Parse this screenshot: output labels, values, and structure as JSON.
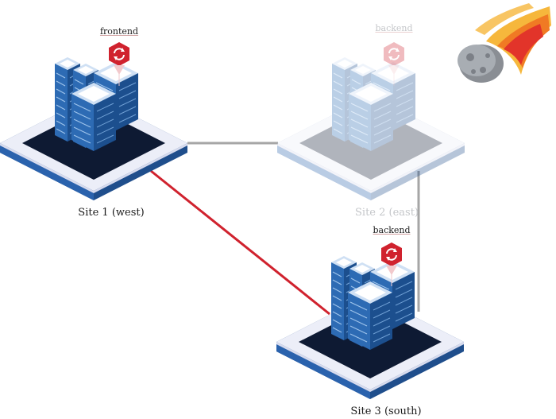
{
  "diagram": {
    "sites": [
      {
        "label": "Site 1 (west)",
        "service": "frontend",
        "state": "active"
      },
      {
        "label": "Site 2 (east)",
        "service": "backend",
        "state": "failed"
      },
      {
        "label": "Site 3 (south)",
        "service": "backend",
        "state": "active"
      }
    ],
    "links": [
      {
        "from": "Site 1 (west)",
        "to": "Site 2 (east)",
        "color": "#a6a6a6"
      },
      {
        "from": "Site 2 (east)",
        "to": "Site 3 (south)",
        "color": "#a6a6a6"
      },
      {
        "from": "Site 1 (west)",
        "to": "Site 3 (south)",
        "color": "#d0222e"
      }
    ],
    "colors": {
      "platform_blue": "#1f4e8c",
      "platform_dark": "#0e1a33",
      "platform_light": "#eceef8",
      "service_badge": "#d0222e",
      "failed": "#c4c6c9"
    },
    "icons": [
      "service-sync-icon",
      "meteor-icon",
      "server-rack-icon"
    ]
  }
}
